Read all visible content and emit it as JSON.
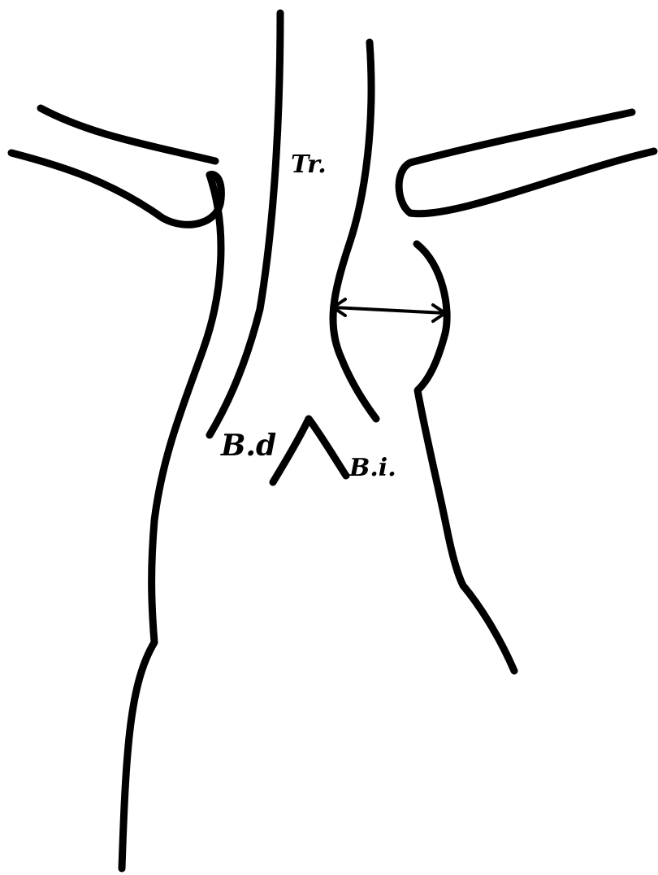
{
  "colors": {
    "ink": "#000000",
    "background": "#ffffff"
  },
  "labels": {
    "trachea": "Tr.",
    "right_bronchus": "B.d",
    "left_bronchus": "B.i."
  }
}
